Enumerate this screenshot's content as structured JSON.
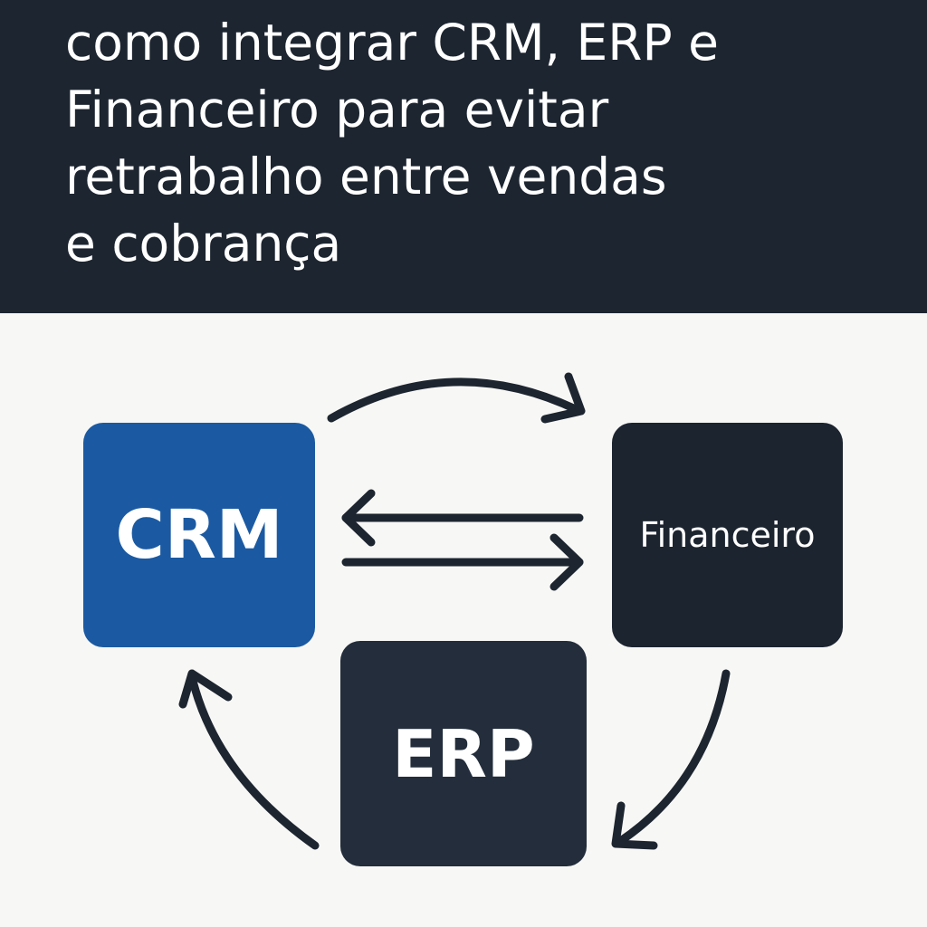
{
  "title": {
    "lines": [
      "como integrar CRM, ERP e",
      "Financeiro para evitar",
      "retrabalho entre vendas",
      "e cobrança"
    ]
  },
  "diagram": {
    "nodes": {
      "crm": {
        "label": "CRM",
        "color": "#1b5aa2"
      },
      "financeiro": {
        "label": "Financeiro",
        "color": "#1c2430"
      },
      "erp": {
        "label": "ERP",
        "color": "#232d3b"
      }
    },
    "arrow_color": "#1d2530",
    "header_color": "#1d2530",
    "background_color": "#f7f7f5"
  }
}
